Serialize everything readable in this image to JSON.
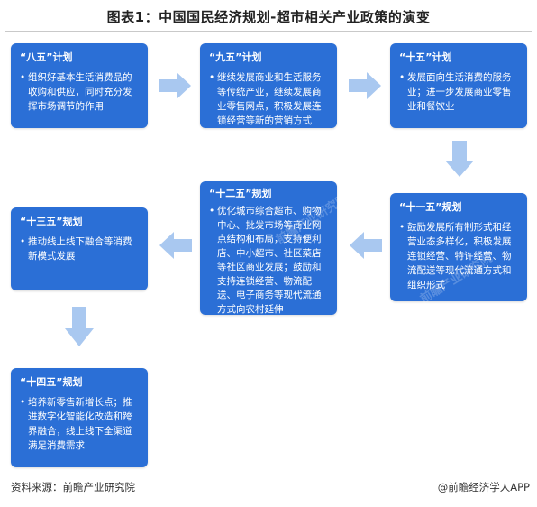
{
  "title": "图表1：中国国民经济规划-超市相关产业政策的演变",
  "boxes": [
    {
      "head": "“八五”计划",
      "bullet": "•",
      "text": "组织好基本生活消费品的收购和供应，同时充分发挥市场调节的作用"
    },
    {
      "head": "“九五”计划",
      "bullet": "•",
      "text": "继续发展商业和生活服务等传统产业，继续发展商业零售网点，积极发展连锁经营等新的营销方式"
    },
    {
      "head": "“十五”计划",
      "bullet": "•",
      "text": "发展面向生活消费的服务业；进一步发展商业零售业和餐饮业"
    },
    {
      "head": "“十一五”规划",
      "bullet": "•",
      "text": "鼓励发展所有制形式和经营业态多样化，积极发展连锁经营、特许经营、物流配送等现代流通方式和组织形式"
    },
    {
      "head": "“十二五”规划",
      "bullet": "•",
      "text": "优化城市综合超市、购物中心、批发市场等商业网点结构和布局，支持便利店、中小超市、社区菜店等社区商业发展；鼓励和支持连锁经营、物流配送、电子商务等现代流通方式向农村延伸"
    },
    {
      "head": "“十三五”规划",
      "bullet": "•",
      "text": "推动线上线下融合等消费新模式发展"
    },
    {
      "head": "“十四五”规划",
      "bullet": "•",
      "text": "培养新零售新增长点；推进数字化智能化改造和跨界融合，线上线下全渠道满足消费需求"
    }
  ],
  "footer": {
    "source": "资料来源：前瞻产业研究院",
    "brand": "@前瞻经济学人APP"
  },
  "watermark": "前瞻产业研究院",
  "colors": {
    "box": "#2b6fd6",
    "arrow": "#a9c8f0"
  }
}
